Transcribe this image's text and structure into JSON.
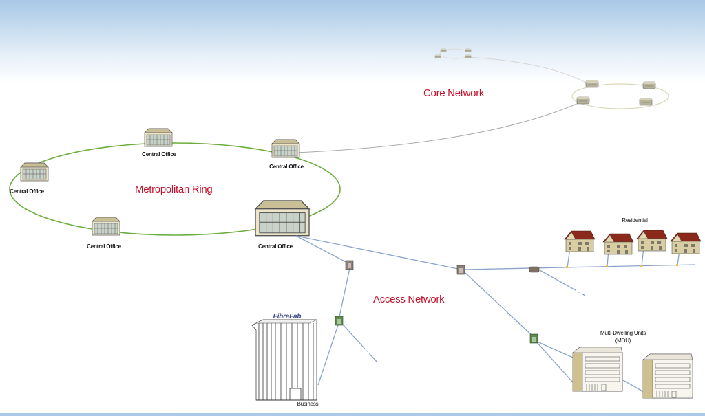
{
  "titles": {
    "core": "Core Network",
    "metro": "Metropolitan Ring",
    "access": "Access Network"
  },
  "labels": {
    "central_office": "Central Office",
    "residential": "Residential",
    "mdu_line1": "Multi-Dwelling Units",
    "mdu_line2": "(MDU)",
    "business": "Business",
    "business_sign": "FibreFab"
  },
  "colors": {
    "title_red": "#c4102a",
    "metro_ring": "#6cae3e",
    "fiber_line": "#8aa3cc",
    "core_line": "#bfbfbf",
    "roof_red": "#8b2a1c",
    "building_tan": "#d8cda3"
  },
  "nodes": {
    "central_offices": [
      "Central Office",
      "Central Office",
      "Central Office",
      "Central Office",
      "Central Office"
    ],
    "residential_houses": 4,
    "mdu_buildings": 2,
    "core_routers_near": 4,
    "core_routers_far": 4
  }
}
